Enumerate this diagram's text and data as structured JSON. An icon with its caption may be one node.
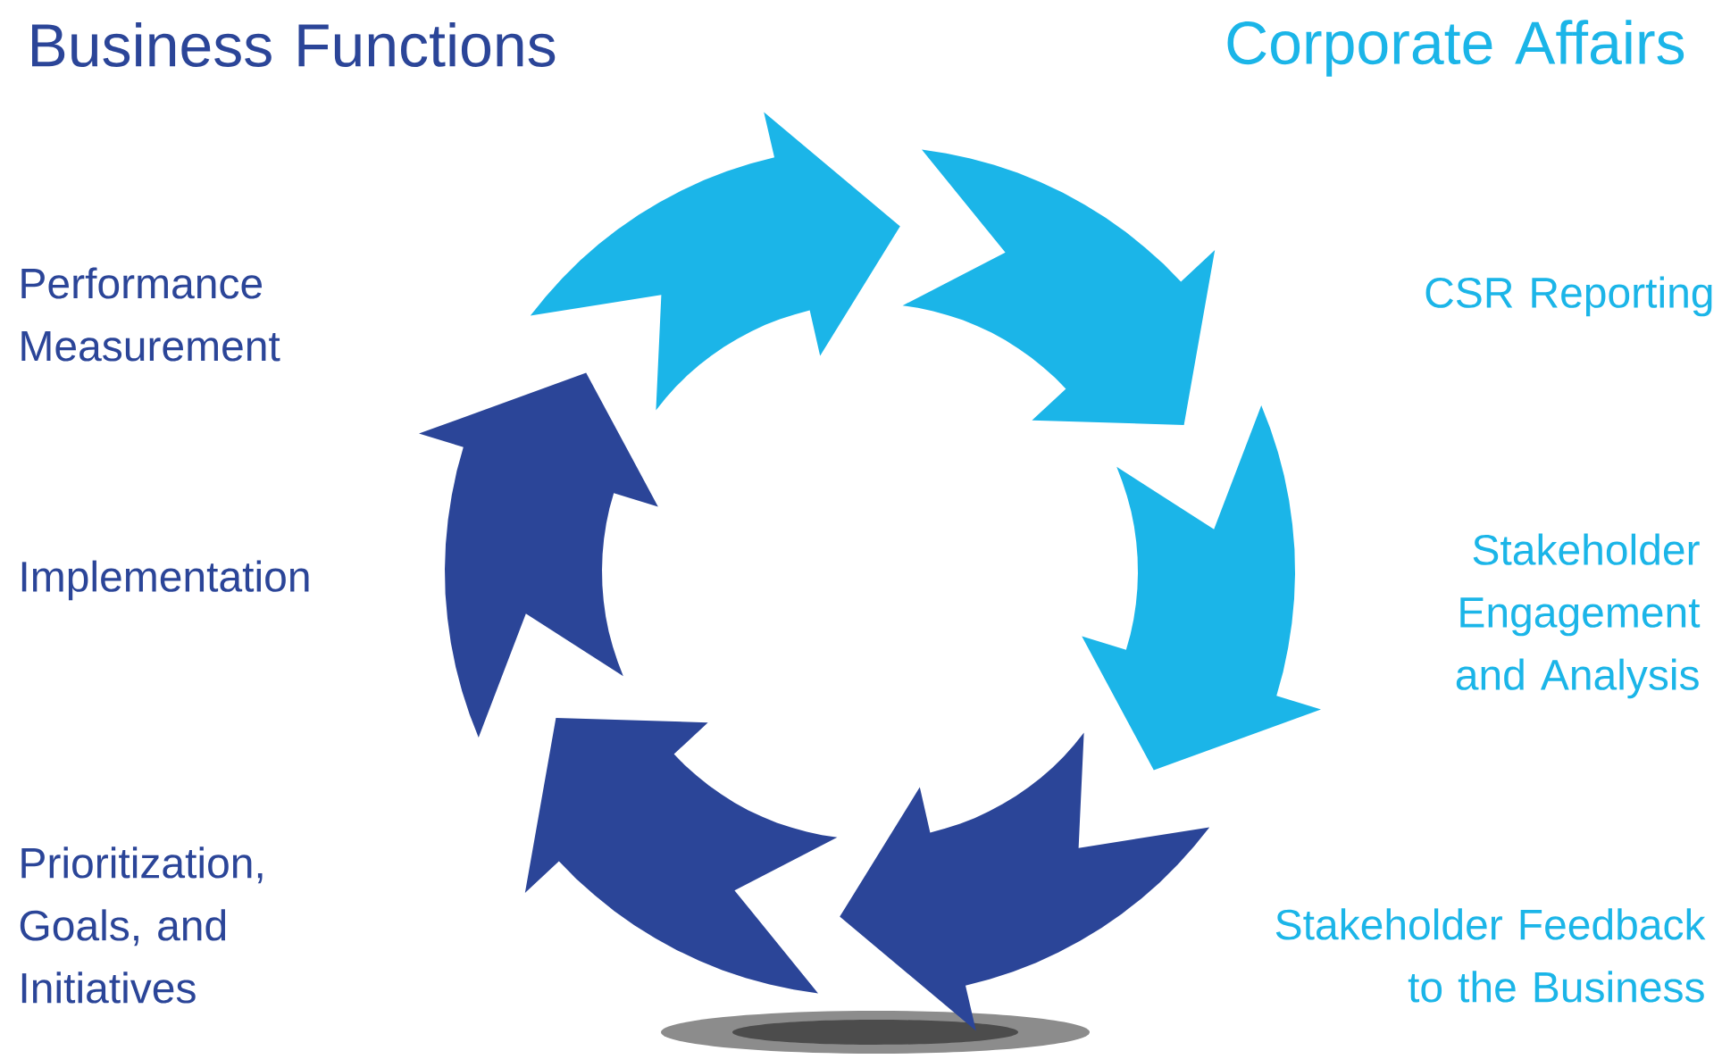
{
  "diagram": {
    "labels": [
      "Business Functions",
      "Corporate Affairs",
      "Performance Measurement",
      "CSR Reporting",
      "Implementation",
      "Stakeholder Engagement and Analysis",
      "Prioritization, Goals, and Initiatives",
      "Stakeholder Feedback to the Business"
    ]
  }
}
